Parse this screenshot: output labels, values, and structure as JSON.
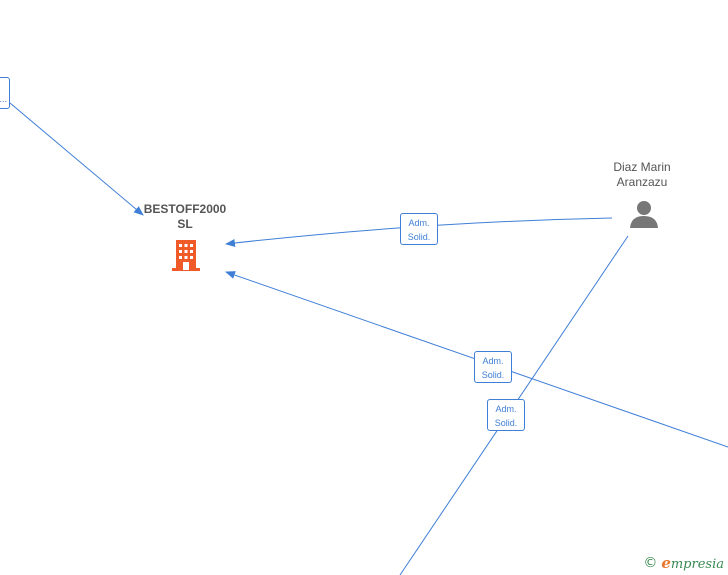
{
  "nodes": {
    "company": {
      "name_line1": "BESTOFF2000",
      "name_line2": "SL",
      "icon": "building-icon",
      "color": "#f05a28"
    },
    "person": {
      "name_line1": "Diaz Marin",
      "name_line2": "Aranzazu",
      "icon": "person-icon",
      "color": "#777777"
    }
  },
  "edges": [
    {
      "line1": "Adm.",
      "line2": "Solid."
    },
    {
      "line1": "Adm.",
      "line2": "Solid."
    },
    {
      "line1": "Adm.",
      "line2": "Solid."
    }
  ],
  "offscreen_badge": {
    "text": "..."
  },
  "watermark": {
    "copyright": "©",
    "brand_initial": "e",
    "brand_rest": "mpresia"
  },
  "colors": {
    "edge": "#3f7fd6",
    "company": "#f05a28",
    "person": "#777777"
  }
}
